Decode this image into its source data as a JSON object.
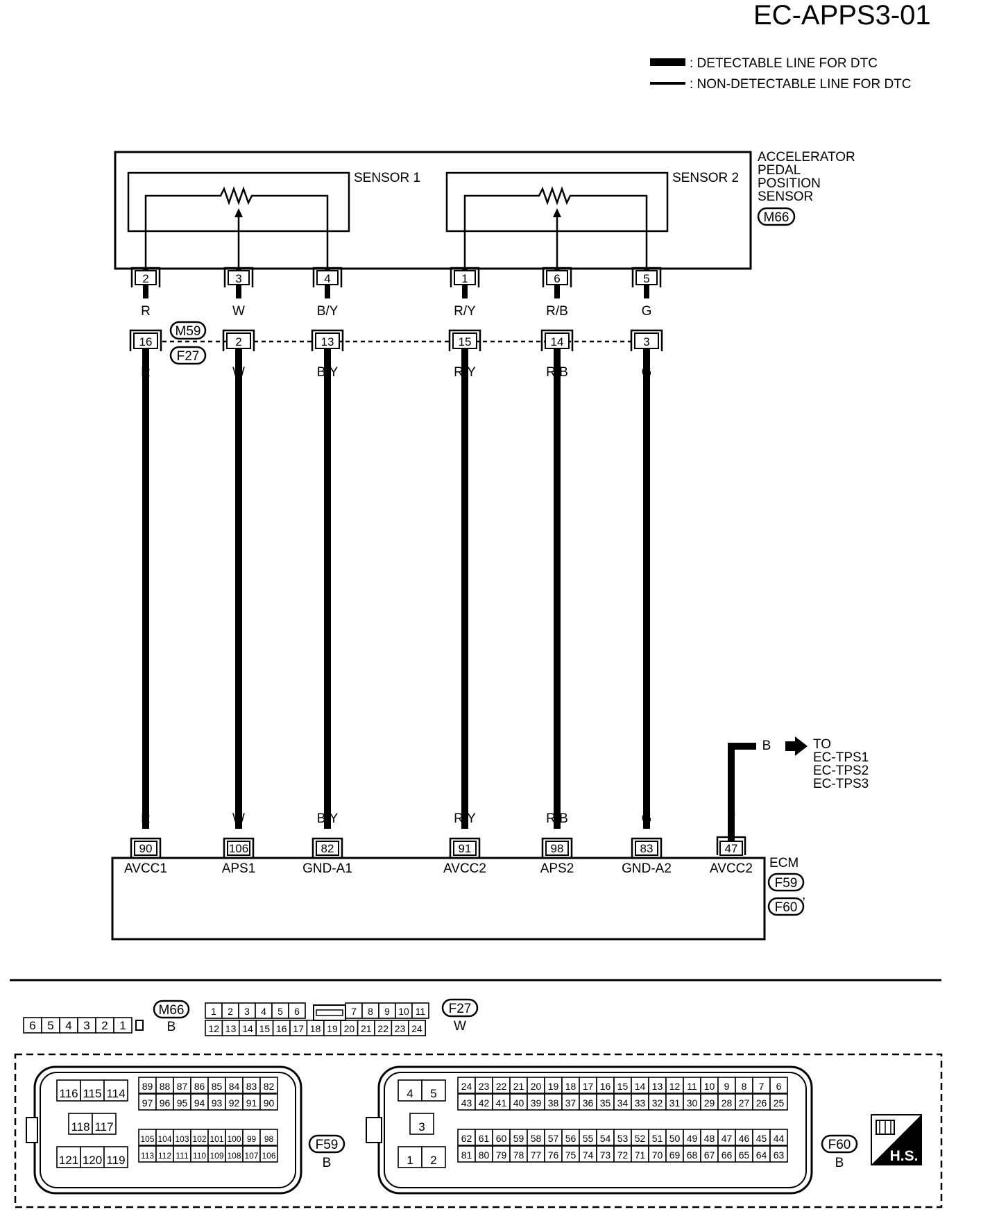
{
  "title": "EC-APPS3-01",
  "legend": {
    "detectable": ": DETECTABLE LINE FOR DTC",
    "non_detectable": ": NON-DETECTABLE LINE FOR DTC"
  },
  "sensor": {
    "name_lines": [
      "ACCELERATOR",
      "PEDAL",
      "POSITION",
      "SENSOR"
    ],
    "connector": "M66",
    "sensor1_label": "SENSOR 1",
    "sensor2_label": "SENSOR 2"
  },
  "inline_connector": {
    "top": "M59",
    "bottom": "F27"
  },
  "wires": [
    {
      "sensor_pin": "2",
      "color": "R",
      "inline_pin": "16",
      "ecm_pin": "90",
      "ecm_label": "AVCC1"
    },
    {
      "sensor_pin": "3",
      "color": "W",
      "inline_pin": "2",
      "ecm_pin": "106",
      "ecm_label": "APS1"
    },
    {
      "sensor_pin": "4",
      "color": "B/Y",
      "inline_pin": "13",
      "ecm_pin": "82",
      "ecm_label": "GND-A1"
    },
    {
      "sensor_pin": "1",
      "color": "R/Y",
      "inline_pin": "15",
      "ecm_pin": "91",
      "ecm_label": "AVCC2"
    },
    {
      "sensor_pin": "6",
      "color": "R/B",
      "inline_pin": "14",
      "ecm_pin": "98",
      "ecm_label": "APS2"
    },
    {
      "sensor_pin": "5",
      "color": "G",
      "inline_pin": "3",
      "ecm_pin": "83",
      "ecm_label": "GND-A2"
    }
  ],
  "extra_wire": {
    "color": "B",
    "ecm_pin": "47",
    "ecm_label": "AVCC2",
    "to_lines": [
      "TO",
      "EC-TPS1",
      "EC-TPS2",
      "EC-TPS3"
    ]
  },
  "ecm": {
    "label": "ECM",
    "connectors": [
      "F59",
      "F60"
    ]
  },
  "connector_views": {
    "m66": {
      "name": "M66",
      "color": "B",
      "pins": [
        "6",
        "5",
        "4",
        "3",
        "2",
        "1"
      ]
    },
    "f27": {
      "name": "F27",
      "color": "W",
      "row1": [
        "1",
        "2",
        "3",
        "4",
        "5",
        "6",
        "7",
        "8",
        "9",
        "10",
        "11"
      ],
      "row2": [
        "12",
        "13",
        "14",
        "15",
        "16",
        "17",
        "18",
        "19",
        "20",
        "21",
        "22",
        "23",
        "24"
      ]
    },
    "f59": {
      "name": "F59",
      "color": "B",
      "left_row1": [
        "116",
        "115",
        "114"
      ],
      "left_row2": [
        "118",
        "117"
      ],
      "left_row3": [
        "121",
        "120",
        "119"
      ],
      "row1": [
        "89",
        "88",
        "87",
        "86",
        "85",
        "84",
        "83",
        "82"
      ],
      "row2": [
        "97",
        "96",
        "95",
        "94",
        "93",
        "92",
        "91",
        "90"
      ],
      "row3": [
        "105",
        "104",
        "103",
        "102",
        "101",
        "100",
        "99",
        "98"
      ],
      "row4": [
        "113",
        "112",
        "111",
        "110",
        "109",
        "108",
        "107",
        "106"
      ]
    },
    "f60": {
      "name": "F60",
      "color": "B",
      "left_row1": [
        "4",
        "5"
      ],
      "left_row2": [
        "3"
      ],
      "left_row3": [
        "1",
        "2"
      ],
      "row1": [
        "24",
        "23",
        "22",
        "21",
        "20",
        "19",
        "18",
        "17",
        "16",
        "15",
        "14",
        "13",
        "12",
        "11",
        "10",
        "9",
        "8",
        "7",
        "6"
      ],
      "row2": [
        "43",
        "42",
        "41",
        "40",
        "39",
        "38",
        "37",
        "36",
        "35",
        "34",
        "33",
        "32",
        "31",
        "30",
        "29",
        "28",
        "27",
        "26",
        "25"
      ],
      "row3": [
        "62",
        "61",
        "60",
        "59",
        "58",
        "57",
        "56",
        "55",
        "54",
        "53",
        "52",
        "51",
        "50",
        "49",
        "48",
        "47",
        "46",
        "45",
        "44"
      ],
      "row4": [
        "81",
        "80",
        "79",
        "78",
        "77",
        "76",
        "75",
        "74",
        "73",
        "72",
        "71",
        "70",
        "69",
        "68",
        "67",
        "66",
        "65",
        "64",
        "63"
      ]
    }
  },
  "hs_badge": "H.S."
}
